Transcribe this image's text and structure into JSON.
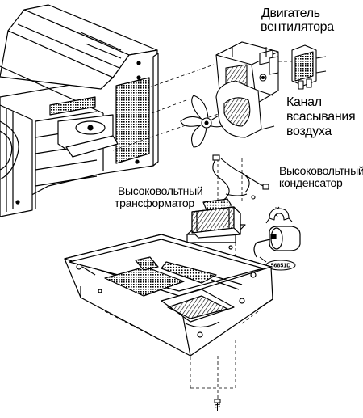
{
  "labels": {
    "fan_motor": [
      "Двигатель",
      "вентилятора"
    ],
    "air_intake_duct": [
      "Канал",
      "всасывания",
      "воздуха"
    ],
    "hv_capacitor": [
      "Высоковольтный",
      "конденсатор"
    ],
    "hv_transformer": [
      "Высоковольтный",
      "трансформатор"
    ]
  },
  "part_code": "56851D",
  "colors": {
    "ink": "#000000",
    "background": "#ffffff"
  }
}
